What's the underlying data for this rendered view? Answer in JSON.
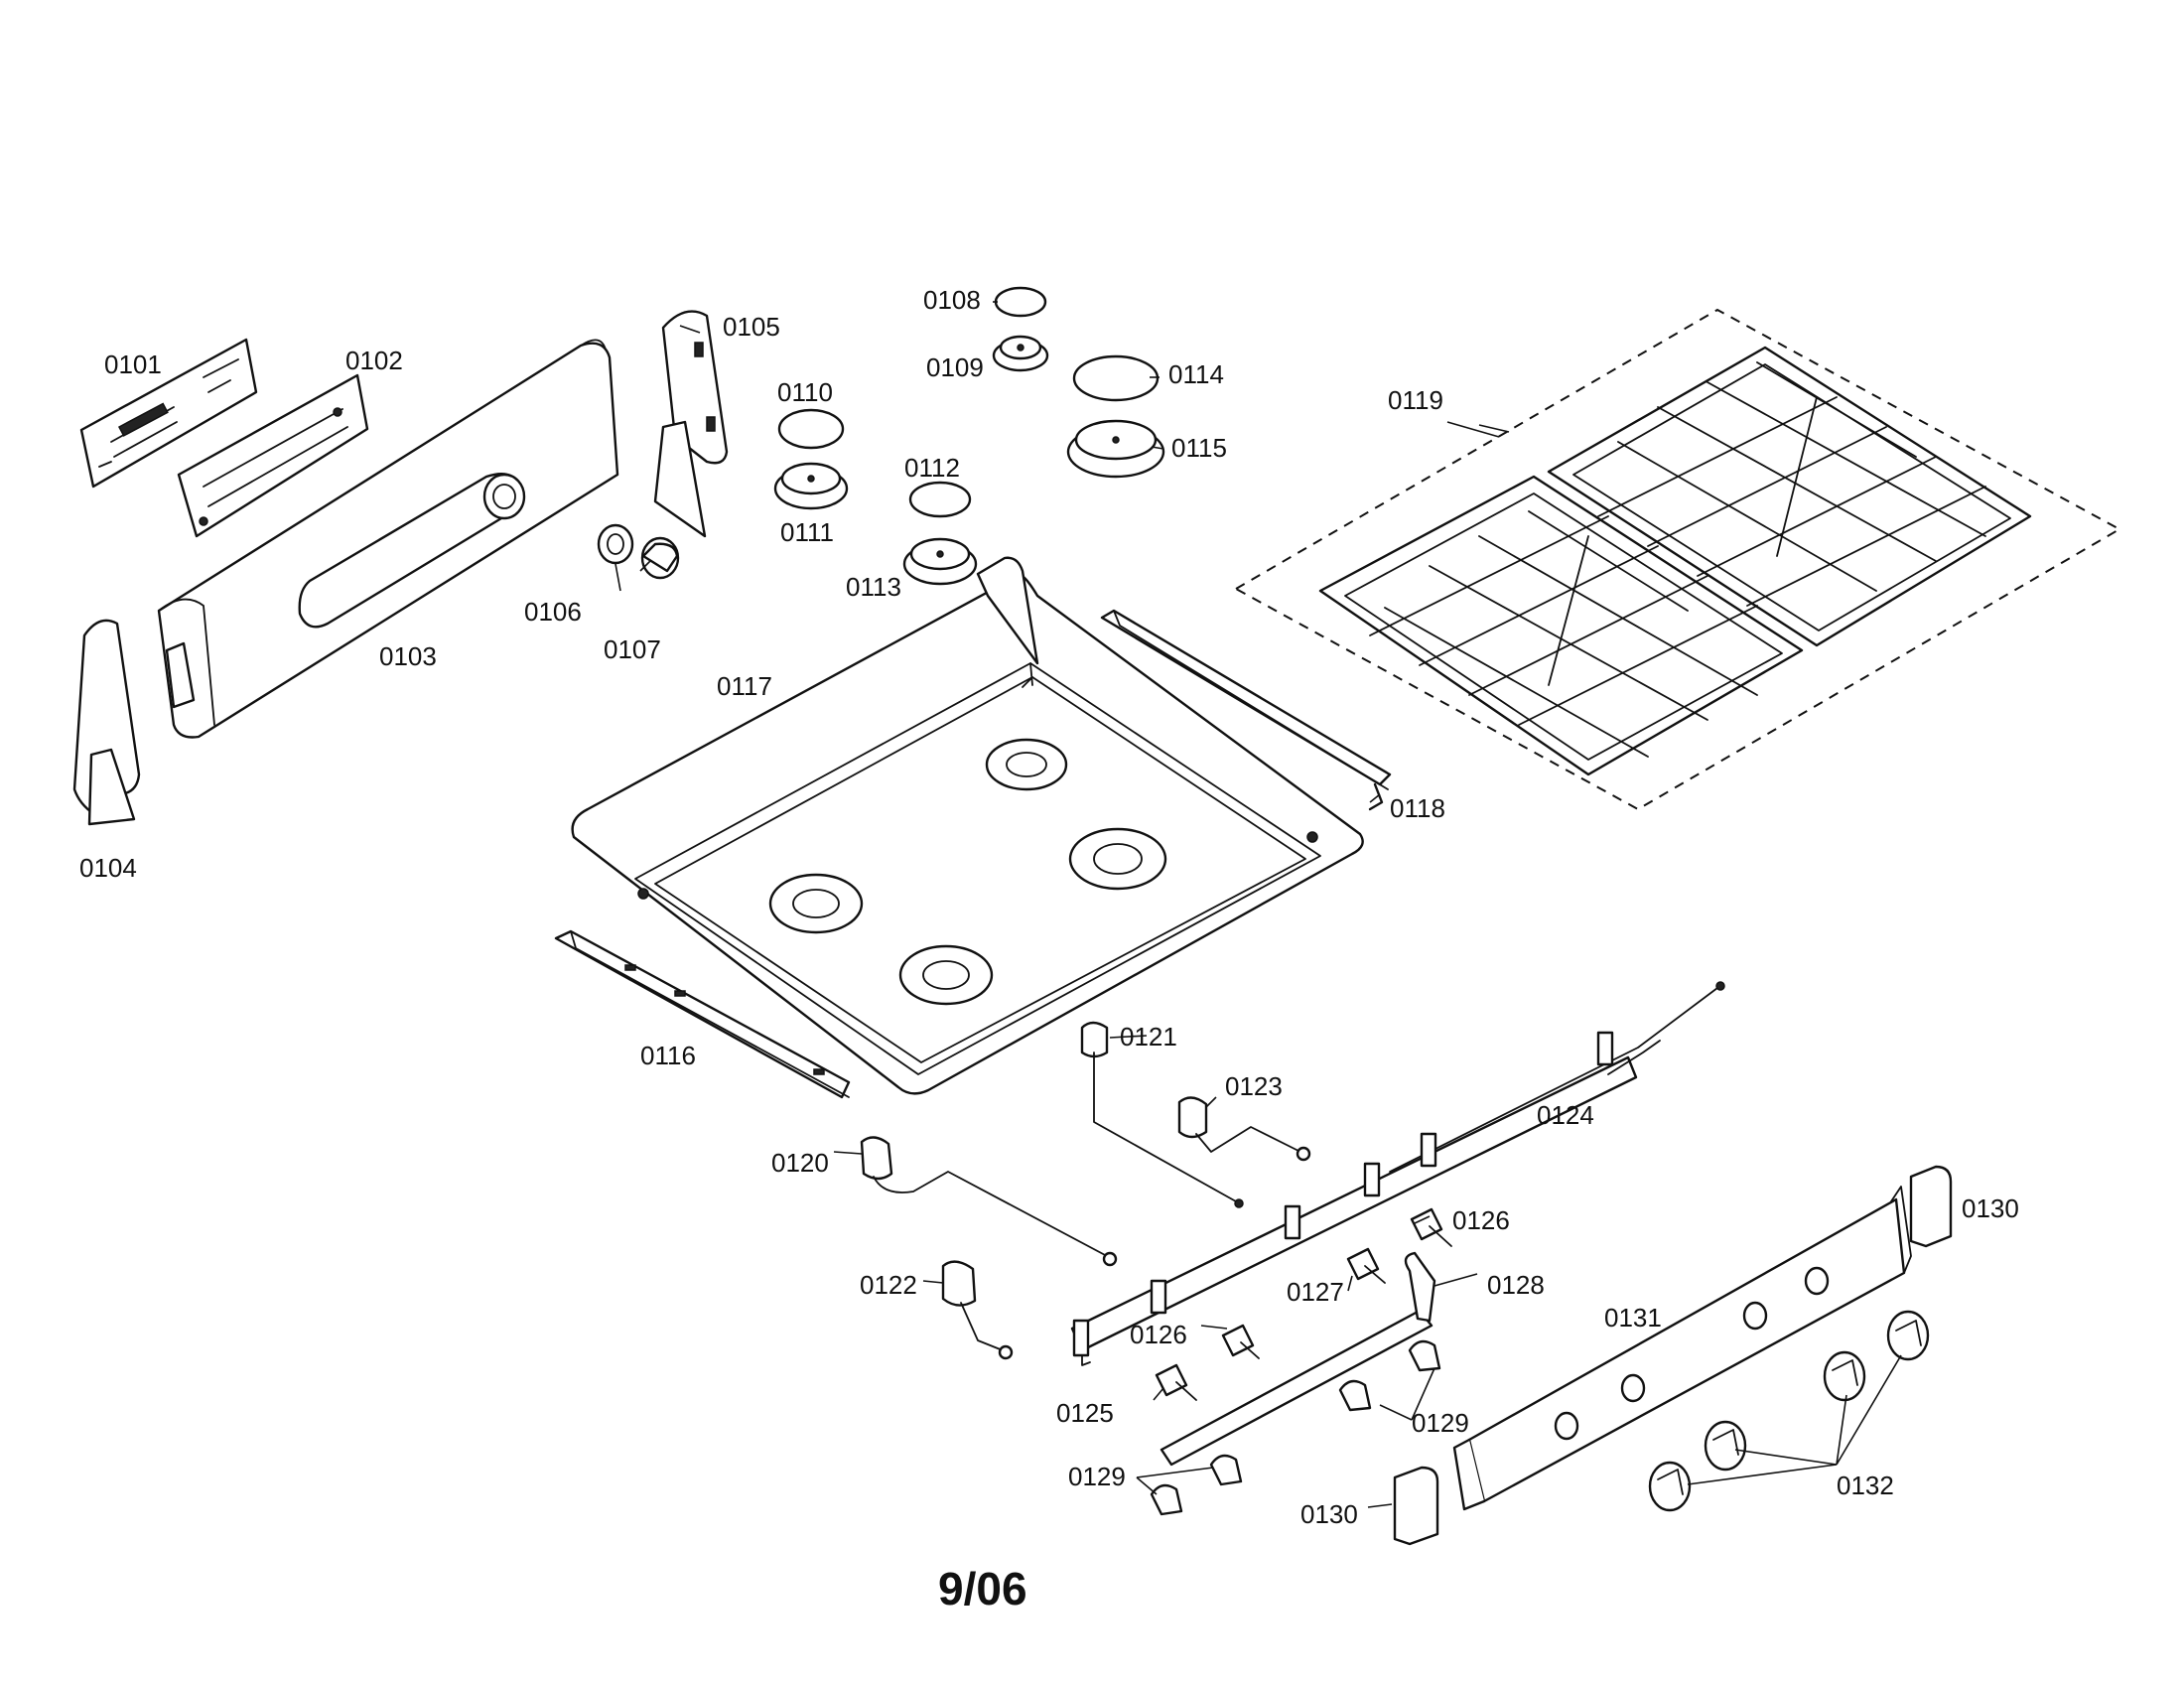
{
  "diagram": {
    "parts": {
      "p0101": "0101",
      "p0102": "0102",
      "p0103": "0103",
      "p0104": "0104",
      "p0105": "0105",
      "p0106": "0106",
      "p0107": "0107",
      "p0108": "0108",
      "p0109": "0109",
      "p0110": "0110",
      "p0111": "0111",
      "p0112": "0112",
      "p0113": "0113",
      "p0114": "0114",
      "p0115": "0115",
      "p0116": "0116",
      "p0117": "0117",
      "p0118": "0118",
      "p0119": "0119",
      "p0120": "0120",
      "p0121": "0121",
      "p0122": "0122",
      "p0123": "0123",
      "p0124": "0124",
      "p0125": "0125",
      "p0126": "0126",
      "p0127": "0127",
      "p0128": "0128",
      "p0129": "0129",
      "p0130": "0130",
      "p0131": "0131",
      "p0132": "0132"
    },
    "footer_date": "9/06"
  }
}
